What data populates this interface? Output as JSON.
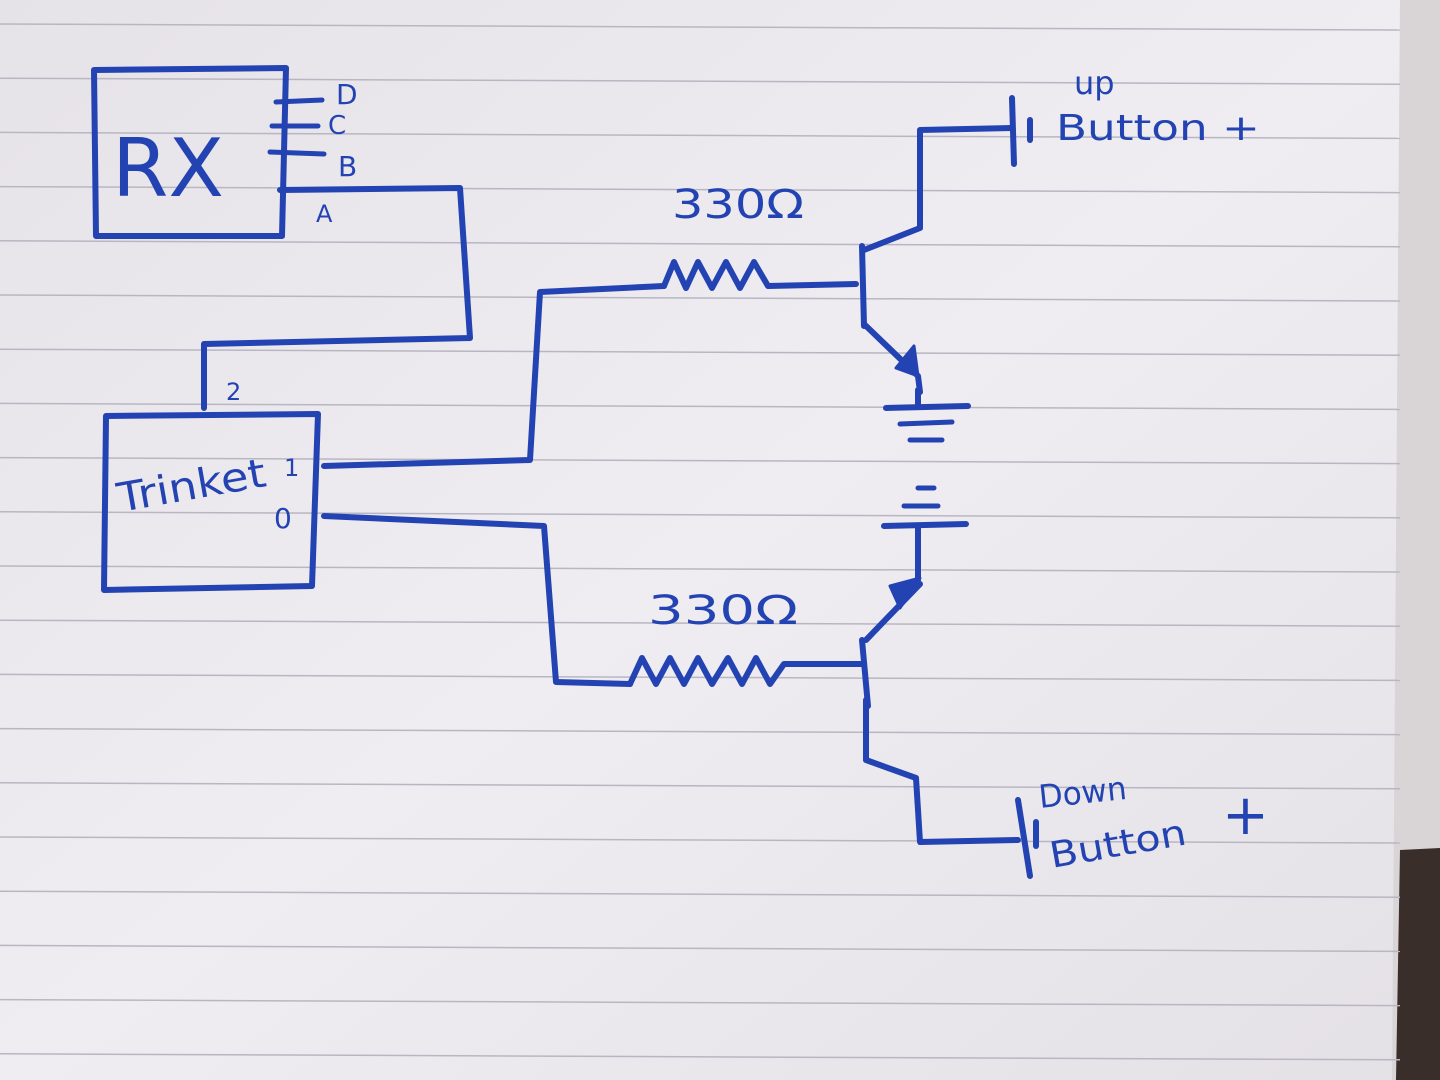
{
  "components": {
    "rx": {
      "label": "RX",
      "pins": [
        "D",
        "C",
        "B",
        "A"
      ]
    },
    "trinket": {
      "label": "Trinket",
      "pin_top": "2",
      "pin_1": "1",
      "pin_0": "0"
    },
    "resistor_top": {
      "label": "330Ω"
    },
    "resistor_bottom": {
      "label": "330Ω"
    },
    "button_up": {
      "line1": "up",
      "line2": "Button +"
    },
    "button_down": {
      "line1": "Down",
      "line2": "Button",
      "plus": "+"
    }
  },
  "colors": {
    "ink": "#2343b3",
    "paper": "#ebe8ec",
    "rule": "#b8b6c2"
  }
}
